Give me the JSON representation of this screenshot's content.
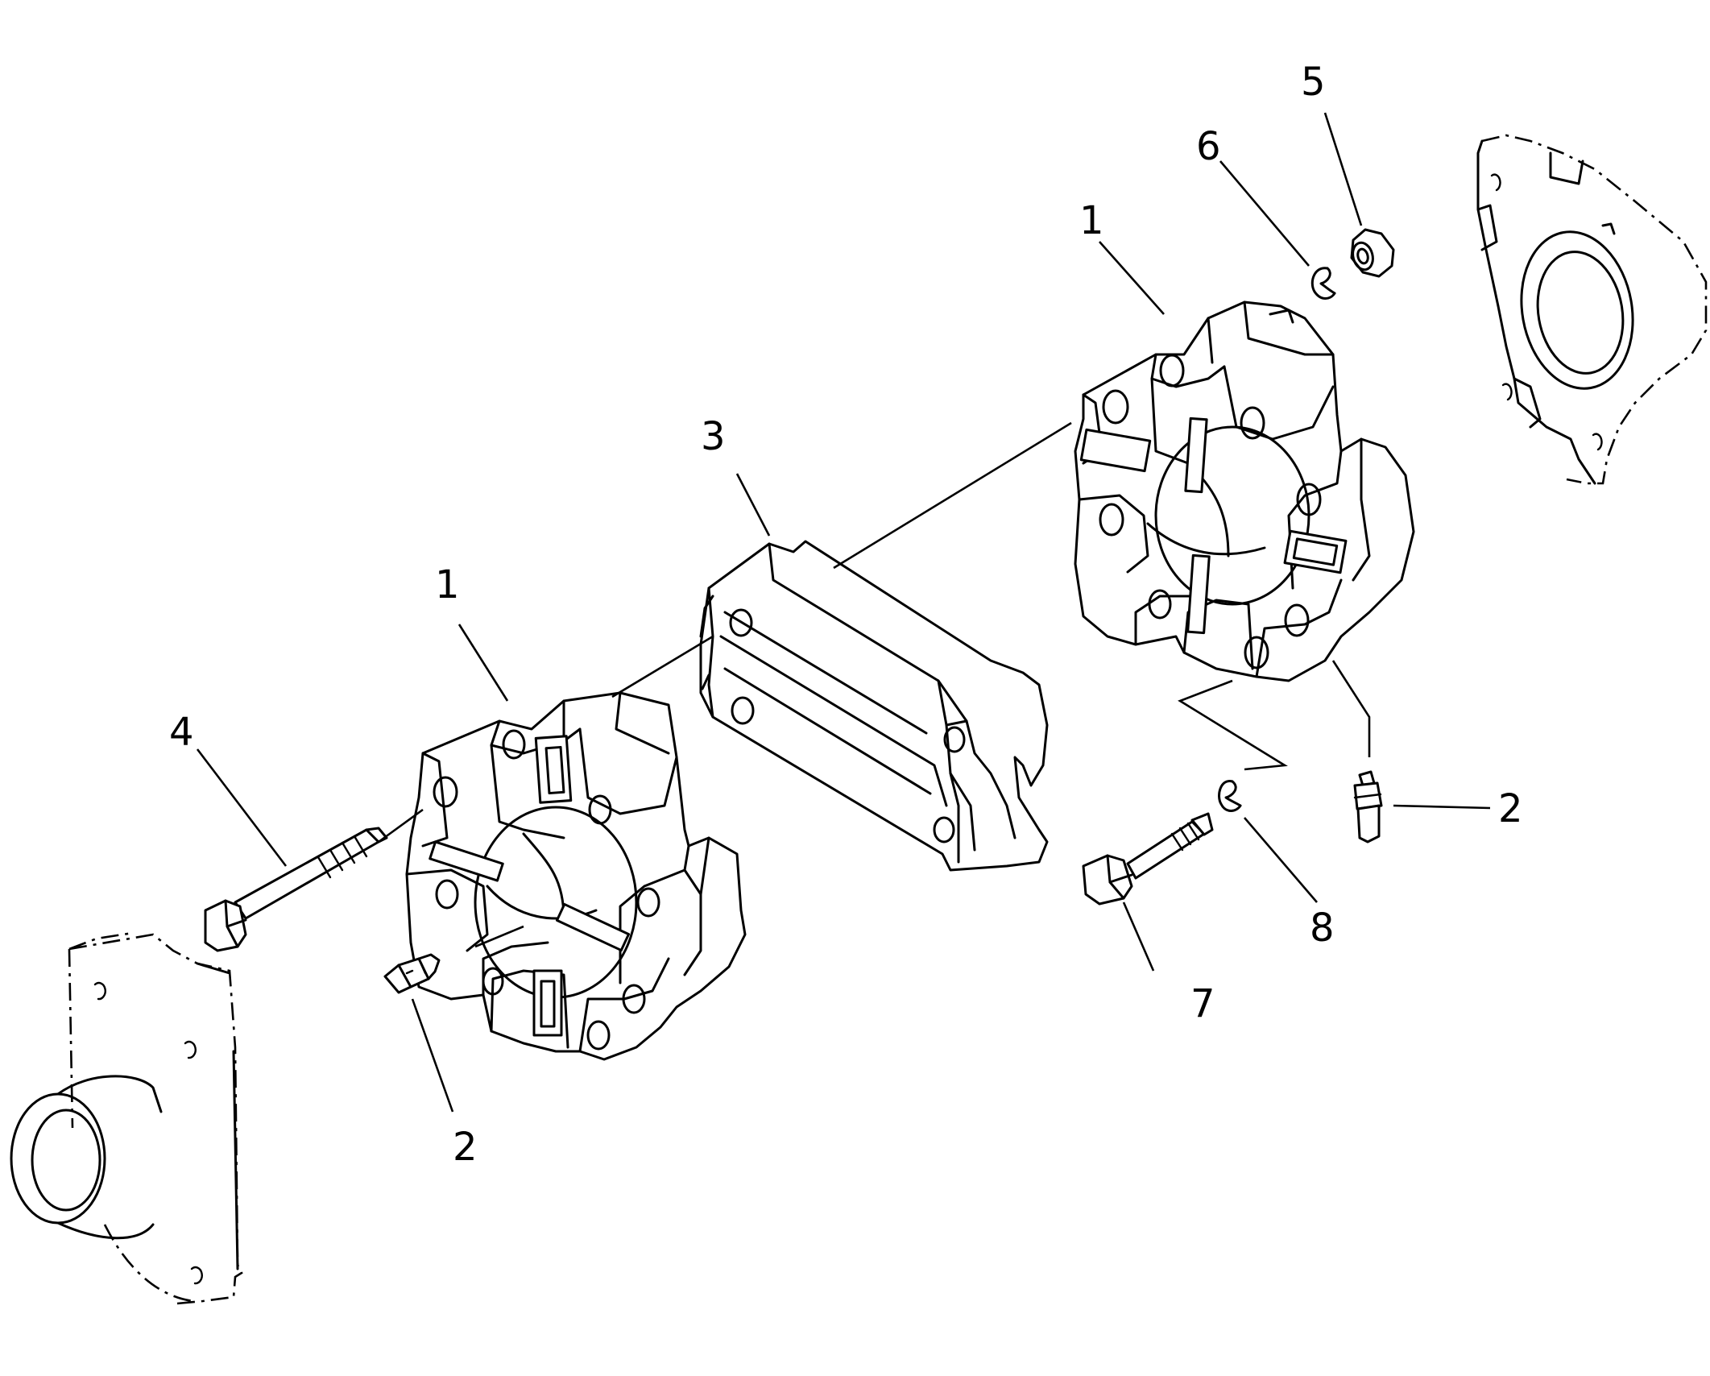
{
  "diagram": {
    "callouts": [
      {
        "id": "c-1-right",
        "label": "1"
      },
      {
        "id": "c-1-left",
        "label": "1"
      },
      {
        "id": "c-2-right",
        "label": "2"
      },
      {
        "id": "c-2-left",
        "label": "2"
      },
      {
        "id": "c-3",
        "label": "3"
      },
      {
        "id": "c-4",
        "label": "4"
      },
      {
        "id": "c-5",
        "label": "5"
      },
      {
        "id": "c-6",
        "label": "6"
      },
      {
        "id": "c-7",
        "label": "7"
      },
      {
        "id": "c-8",
        "label": "8"
      }
    ]
  }
}
